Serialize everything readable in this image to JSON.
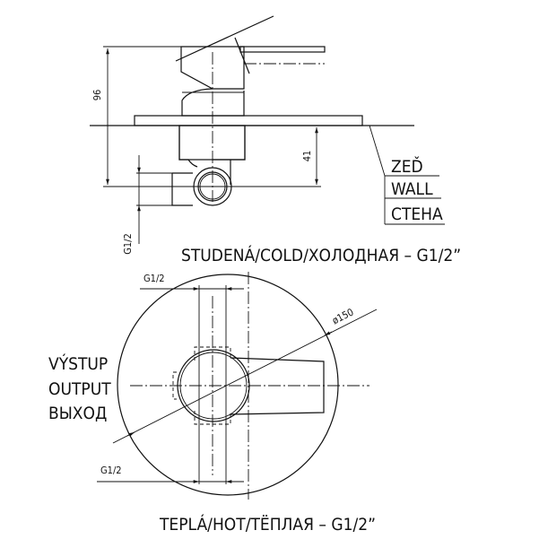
{
  "side_view": {
    "dim_height": "96",
    "dim_depth": "41",
    "dim_inlet": "G1/2",
    "wall_labels": [
      "ZEĎ",
      "WALL",
      "СТЕНА"
    ]
  },
  "cold_label": "STUDENÁ/COLD/ХОЛОДНАЯ – G1/2”",
  "front_view": {
    "dim_diameter": "ø150",
    "dim_top": "G1/2",
    "dim_bottom": "G1/2",
    "output_labels": [
      "VÝSTUP",
      "OUTPUT",
      "ВЫХОД"
    ]
  },
  "hot_label": "TEPLÁ/HOT/TЁПЛАЯ – G1/2”"
}
